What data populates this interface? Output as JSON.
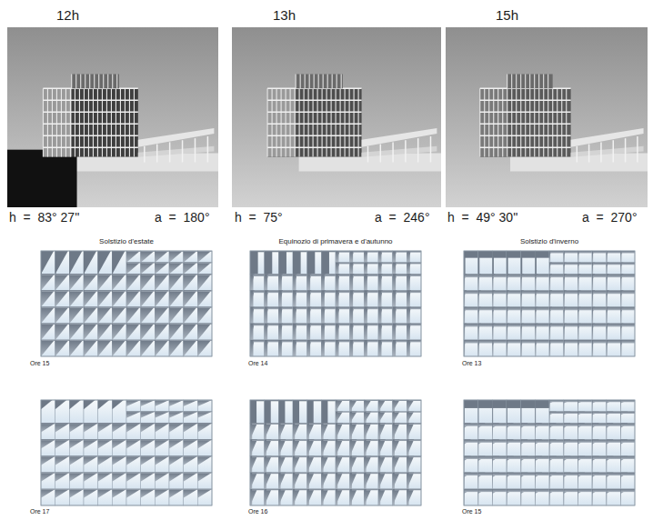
{
  "diagram": {
    "labels": [
      "12h",
      "13h",
      "15h",
      "h  =  83° 27''",
      "a  =  180°",
      "h  =  75°",
      "a  =  246°",
      "h  =  49° 30''",
      "a  =  270°",
      "Solstizio d'estate",
      "Equinozio di primavera e d'autunno",
      "Solstizio d'inverno",
      "Ore 15",
      "Ore 14",
      "Ore 13",
      "Ore 17",
      "Ore 16",
      "Ore 15"
    ]
  }
}
